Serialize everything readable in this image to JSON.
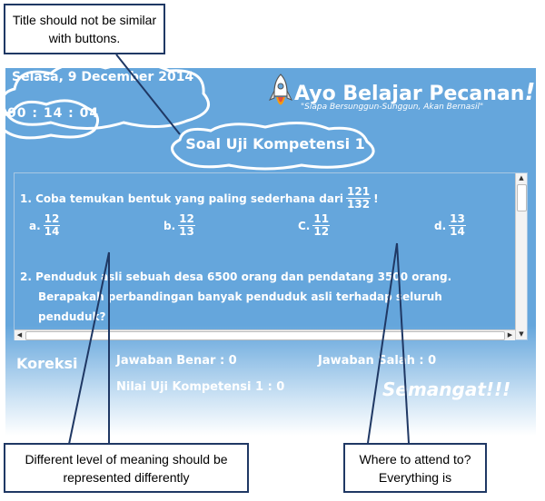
{
  "callouts": {
    "top": "Title should not be similar with buttons.",
    "bottom_left": "Different level of meaning should be represented differently",
    "bottom_right": "Where to attend to? Everything is"
  },
  "app": {
    "date": "Selasa, 9 December 2014",
    "timer": "00 : 14 : 04",
    "title": "Ayo Belajar Pecanan",
    "title_exclaim": "!!!",
    "motto": "\"Siapa Bersunggun-Sunggun, Akan Bernasil\"",
    "sheet_title": "Soal Uji Kompetensi 1"
  },
  "question1": {
    "prompt": "1. Coba temukan bentuk yang paling sederhana dari",
    "fraction": {
      "num": "121",
      "den": "132"
    },
    "suffix": "!",
    "options": [
      {
        "label": "a.",
        "num": "12",
        "den": "14"
      },
      {
        "label": "b.",
        "num": "12",
        "den": "13"
      },
      {
        "label": "C.",
        "num": "11",
        "den": "12"
      },
      {
        "label": "d.",
        "num": "13",
        "den": "14"
      }
    ]
  },
  "question2": {
    "line1": "2. Penduduk asli sebuah desa 6500 orang dan pendatang 3500 orang.",
    "line2": "Berapakah perbandingan banyak penduduk asli terhadap seluruh",
    "line3": "penduduk?"
  },
  "footer": {
    "koreksi": "Koreksi",
    "correct": "Jawaban Benar : 0",
    "wrong": "Jawaban Salah : 0",
    "score": "Nilai Uji Kompetensi 1 : 0",
    "semangat": "Semangat",
    "semangat_exclaim": "!!!"
  },
  "colors": {
    "sky": "#65a6dc",
    "callout_border": "#1f3864"
  }
}
